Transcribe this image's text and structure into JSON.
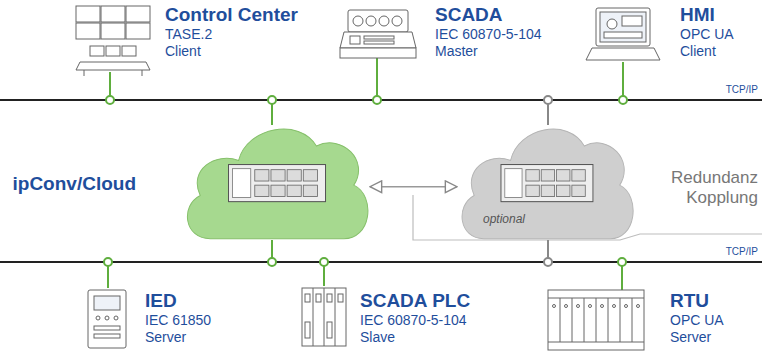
{
  "diagram": {
    "nodes": [
      {
        "text": [
          "Control Center",
          "TASE.2",
          "Client"
        ]
      },
      {
        "text": [
          "SCADA",
          "IEC 60870-5-104",
          "Master"
        ]
      },
      {
        "text": [
          "HMI",
          "OPC UA",
          "Client"
        ]
      },
      {
        "text": [
          "ipConv/Cloud"
        ]
      },
      {
        "text": [
          "optional"
        ]
      },
      {
        "text": [
          "IED",
          "IEC 61850",
          "Server"
        ]
      },
      {
        "text": [
          "SCADA PLC",
          "IEC 60870-5-104",
          "Slave"
        ]
      },
      {
        "text": [
          "RTU",
          "OPC UA",
          "Server"
        ]
      }
    ],
    "edges": [
      {
        "from": 3,
        "to": 4,
        "arrow": "both"
      }
    ],
    "labels": [
      "TCP/IP",
      "Redundanz Kopplung",
      "TCP/IP"
    ]
  }
}
